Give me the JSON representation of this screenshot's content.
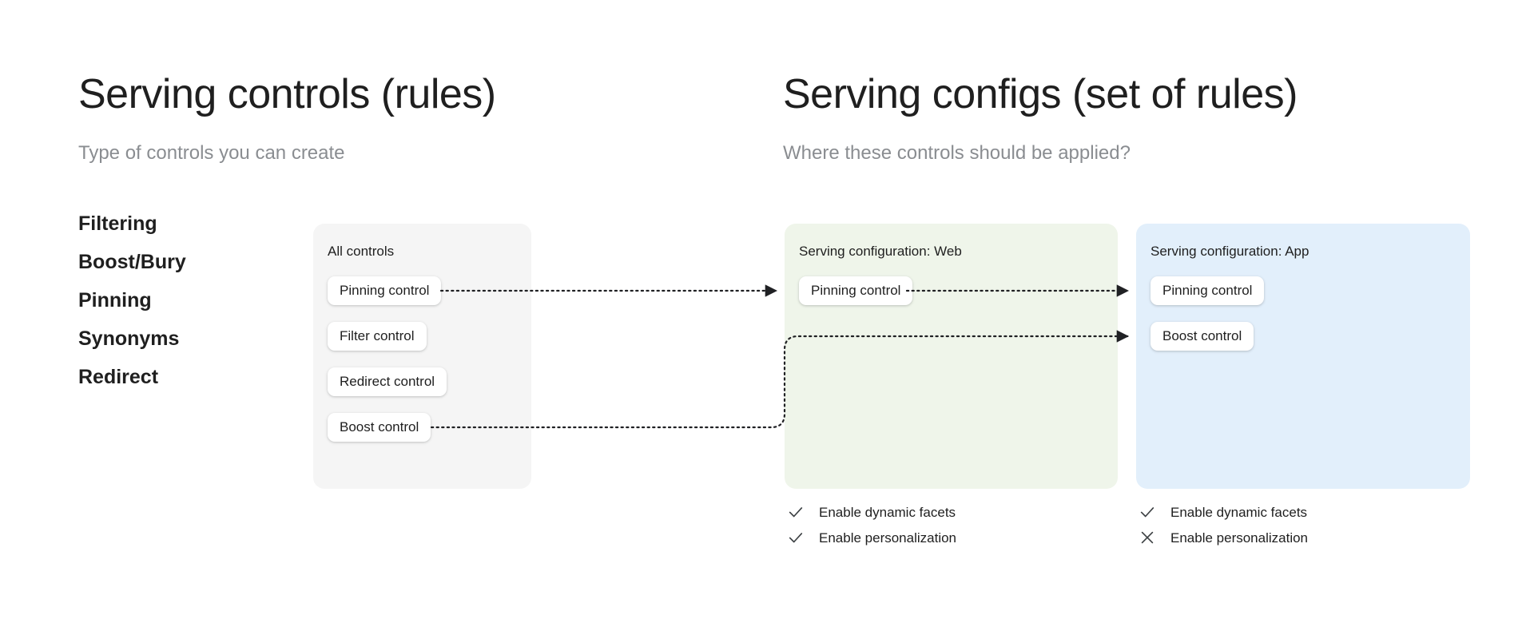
{
  "left_section": {
    "title": "Serving controls (rules)",
    "subtitle": "Type of controls you can create",
    "control_types": [
      "Filtering",
      "Boost/Bury",
      "Pinning",
      "Synonyms",
      "Redirect"
    ]
  },
  "right_section": {
    "title": "Serving configs (set of rules)",
    "subtitle": "Where these controls should be applied?"
  },
  "cards": {
    "all_controls": {
      "title": "All controls",
      "background": "#f5f5f5",
      "chips": [
        "Pinning control",
        "Filter control",
        "Redirect control",
        "Boost control"
      ]
    },
    "web_config": {
      "title": "Serving configuration: Web",
      "background": "#eff5ea",
      "chips": [
        "Pinning control"
      ],
      "flags": [
        {
          "label": "Enable dynamic facets",
          "state": "check",
          "icon": "check-icon"
        },
        {
          "label": "Enable personalization",
          "state": "check",
          "icon": "check-icon"
        }
      ]
    },
    "app_config": {
      "title": "Serving configuration: App",
      "background": "#e2effb",
      "chips": [
        "Pinning control",
        "Boost control"
      ],
      "flags": [
        {
          "label": "Enable dynamic facets",
          "state": "check",
          "icon": "check-icon"
        },
        {
          "label": "Enable personalization",
          "state": "cross",
          "icon": "close-icon"
        }
      ]
    }
  },
  "connectors": [
    {
      "from": "all.Pinning control",
      "to": "web.Pinning control",
      "style": "dotted-arrow"
    },
    {
      "from": "web.Pinning control",
      "to": "app.Pinning control",
      "style": "dotted-arrow"
    },
    {
      "from": "all.Boost control",
      "to": "app.Boost control",
      "style": "dotted-arrow-elbow"
    }
  ],
  "colors": {
    "line": "#202124",
    "card_gray": "#f5f5f5",
    "card_green": "#eff5ea",
    "card_blue": "#e2effb",
    "subtitle_gray": "#8a8d91"
  }
}
